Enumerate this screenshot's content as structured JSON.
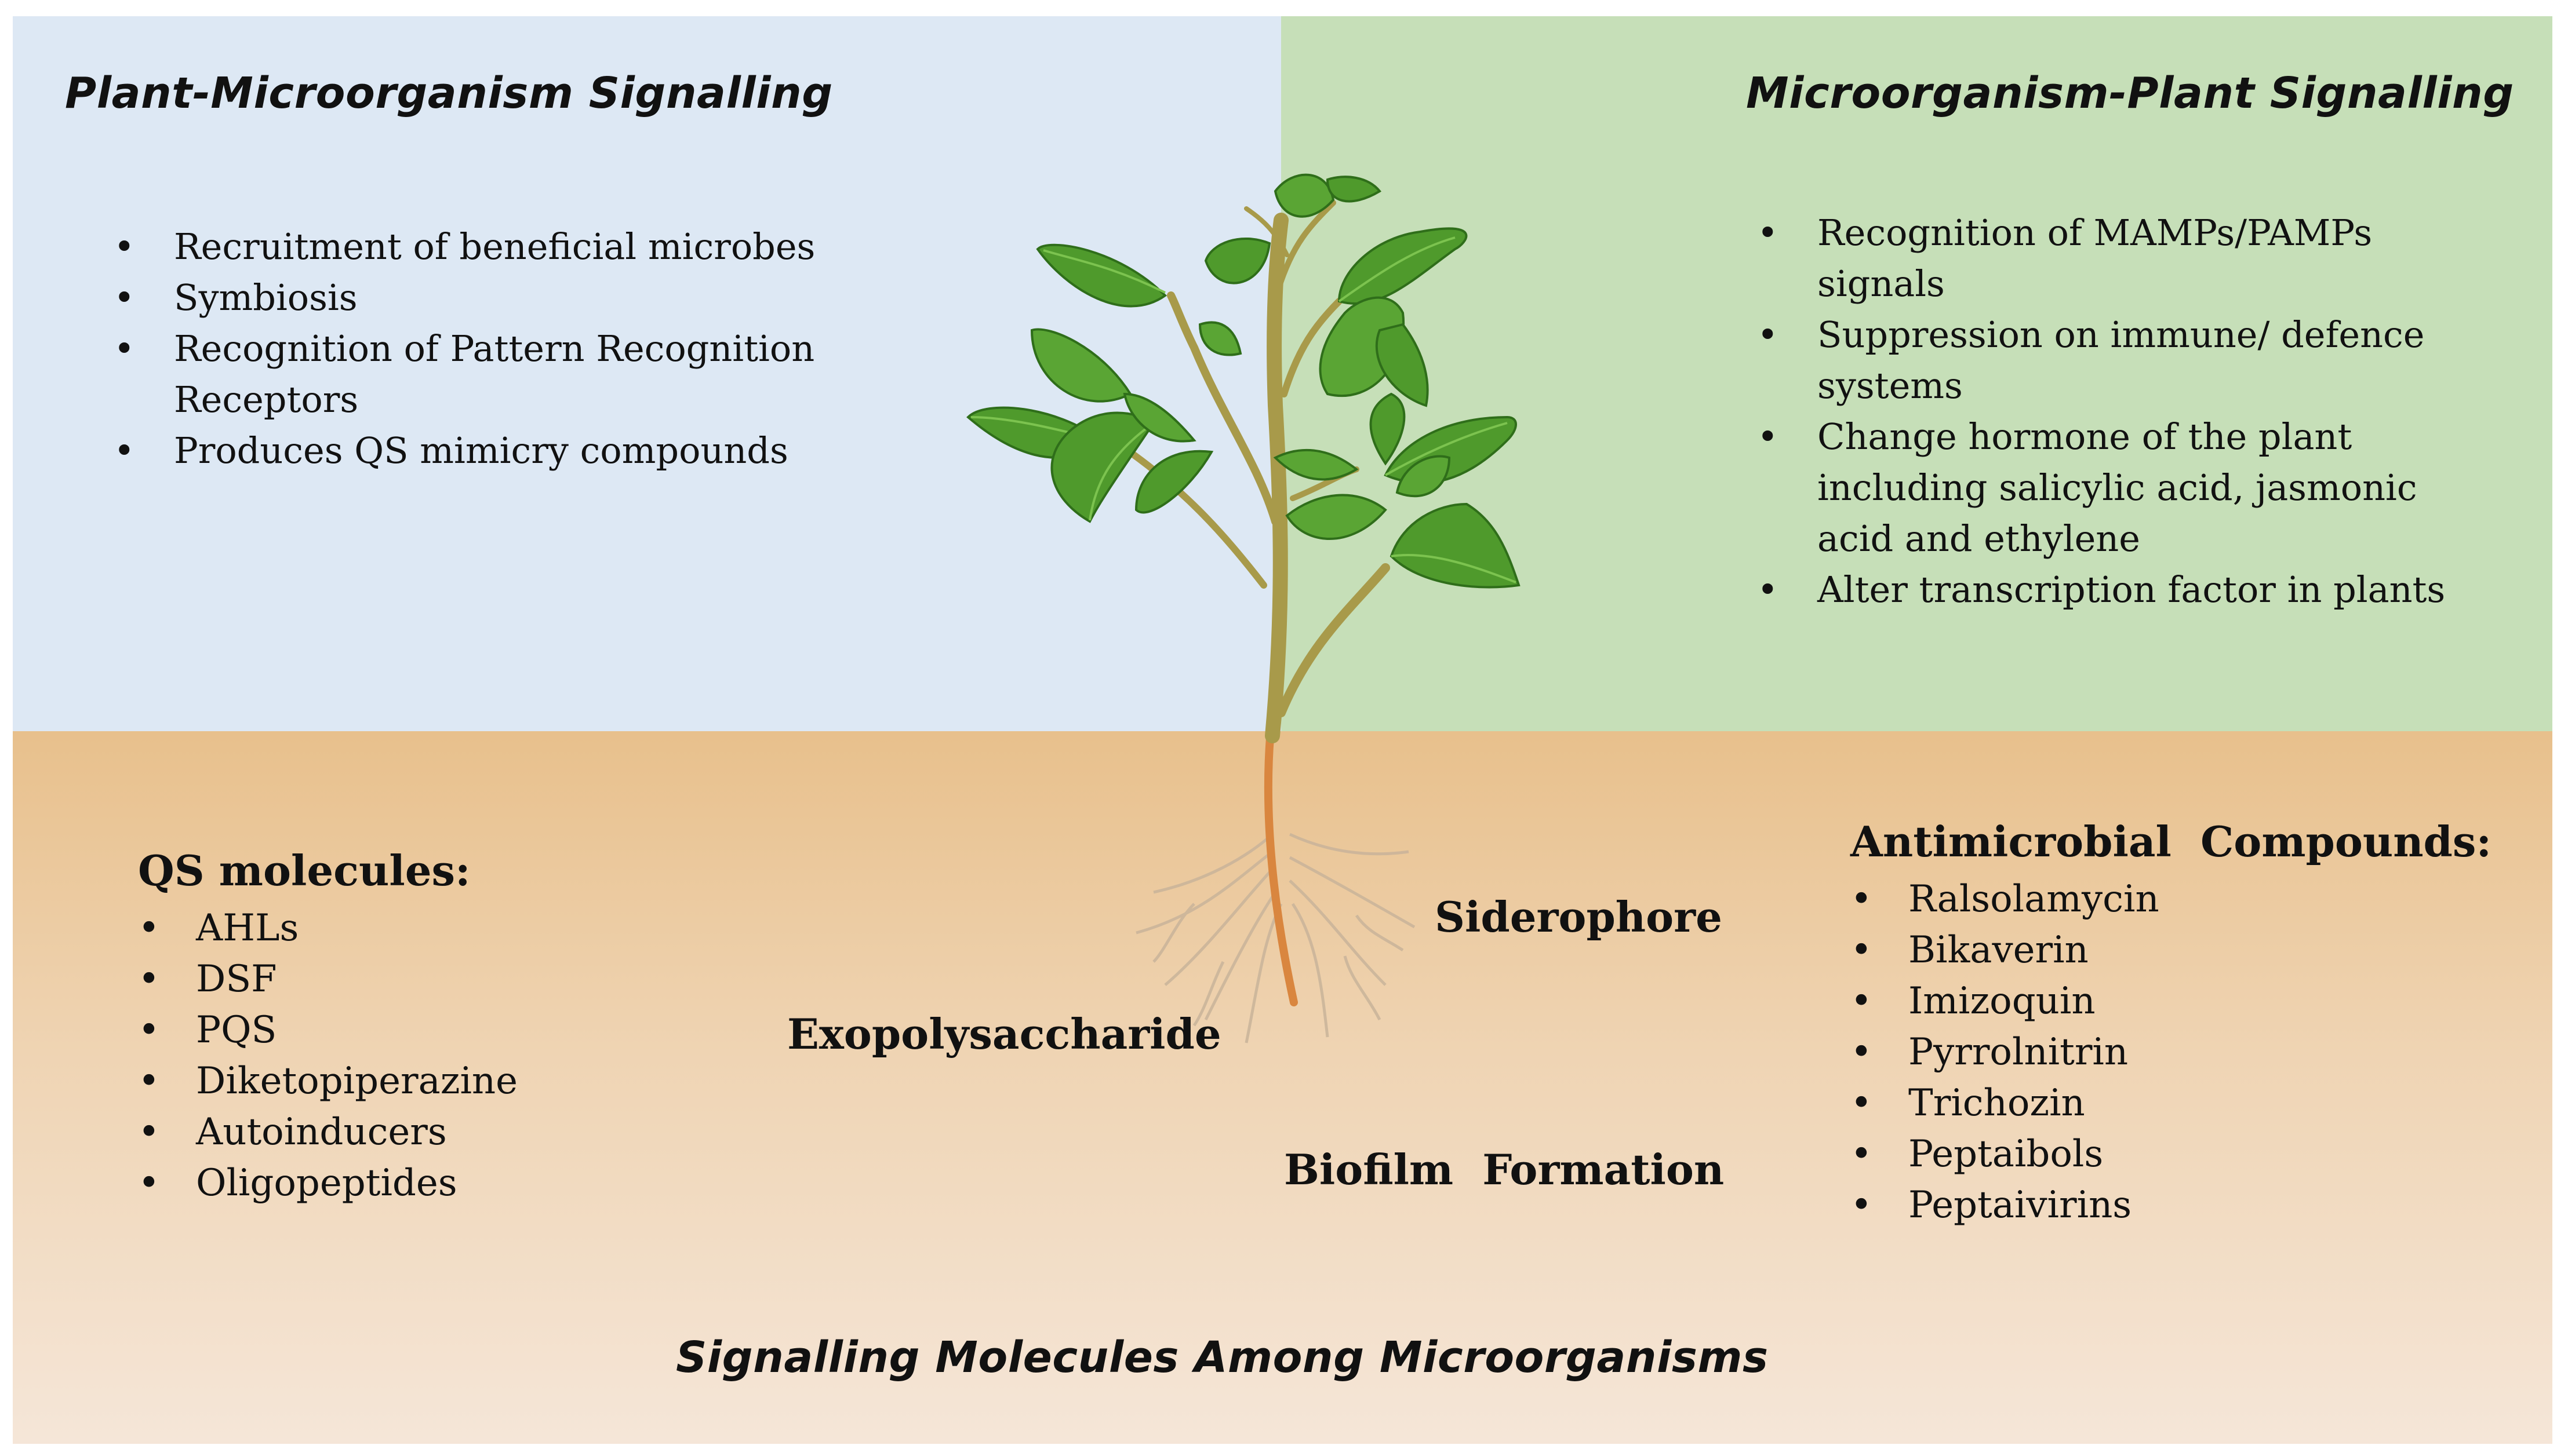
{
  "panels": {
    "top_left": {
      "title": "Plant-Microorganism Signalling",
      "items": [
        "Recruitment of beneficial microbes",
        "Symbiosis",
        "Recognition of Pattern Recognition Receptors",
        "Produces QS mimicry compounds"
      ]
    },
    "top_right": {
      "title": "Microorganism-Plant Signalling",
      "items": [
        "Recognition of MAMPs/PAMPs signals",
        "Suppression on immune/ defence systems",
        "Change hormone of the plant including salicylic acid, jasmonic acid and ethylene",
        "Alter transcription factor in plants"
      ]
    },
    "bottom": {
      "title": "Signalling Molecules Among Microorganisms",
      "qs": {
        "heading": "QS molecules:",
        "items": [
          "AHLs",
          "DSF",
          "PQS",
          "Diketopiperazine",
          "Autoinducers",
          "Oligopeptides"
        ]
      },
      "labels": {
        "exopolysaccharide": "Exopolysaccharide",
        "siderophore": "Siderophore",
        "biofilm": "Biofilm  Formation"
      },
      "antimicrobial": {
        "heading": "Antimicrobial  Compounds:",
        "items": [
          "Ralsolamycin",
          "Bikaverin",
          "Imizoquin",
          "Pyrrolnitrin",
          "Trichozin",
          "Peptaibols",
          "Peptaivirins"
        ]
      }
    }
  },
  "colors": {
    "top_left_bg": "#dde8f4",
    "top_right_bg": "#c6dfb8",
    "soil_top": "#e8c08c",
    "soil_bottom": "#f5e6d8",
    "leaf": "#4f9a2c",
    "stem": "#a89a4a"
  },
  "icons": {
    "plant": "plant-illustration",
    "bullet": "bullet-dot"
  }
}
